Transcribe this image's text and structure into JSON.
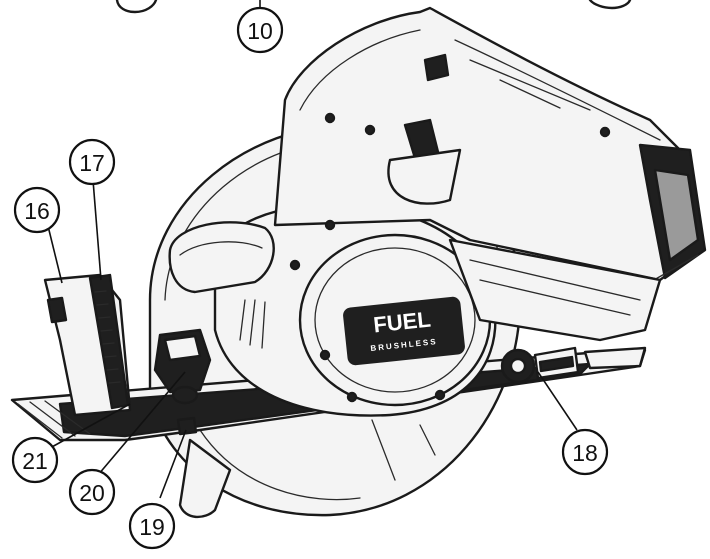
{
  "callouts": [
    {
      "id": "callout-10",
      "label": "10"
    },
    {
      "id": "callout-16",
      "label": "16"
    },
    {
      "id": "callout-17",
      "label": "17"
    },
    {
      "id": "callout-18",
      "label": "18"
    },
    {
      "id": "callout-19",
      "label": "19"
    },
    {
      "id": "callout-20",
      "label": "20"
    },
    {
      "id": "callout-21",
      "label": "21"
    }
  ],
  "logo": {
    "brand": "FUEL",
    "sub": "BRUSHLESS"
  }
}
